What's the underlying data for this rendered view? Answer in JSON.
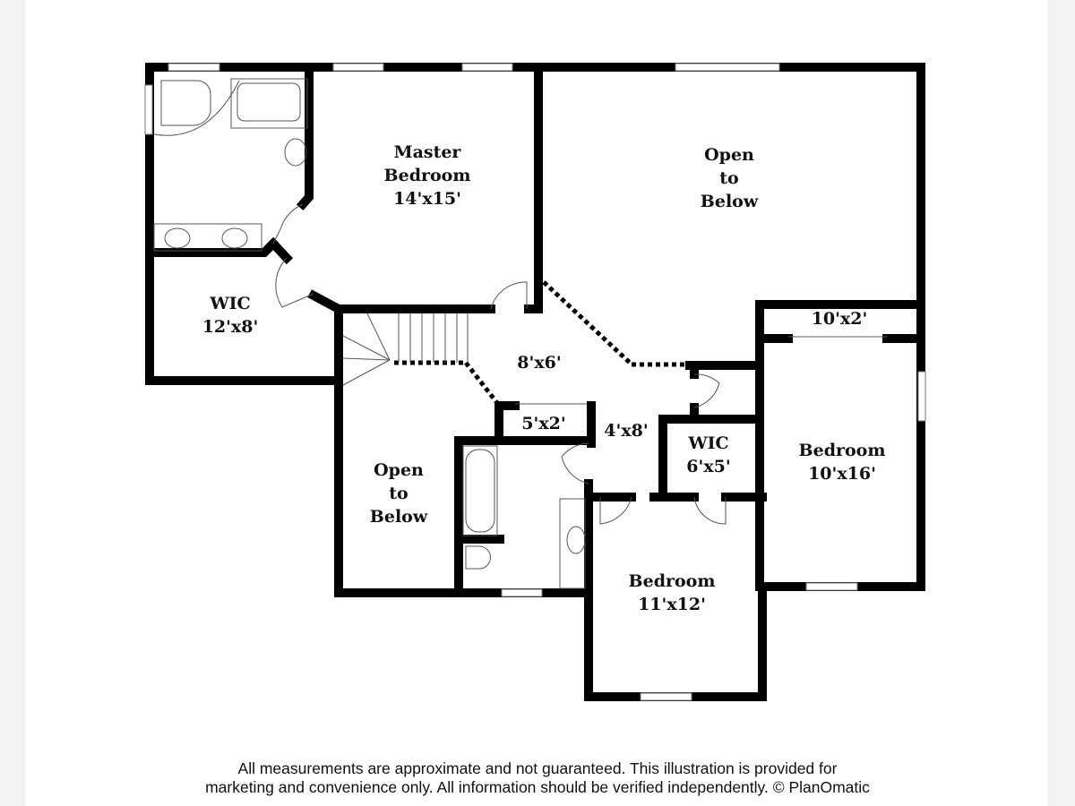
{
  "rooms": [
    {
      "id": "master-bedroom",
      "lines": [
        "Master",
        "Bedroom",
        "14'x15'"
      ]
    },
    {
      "id": "open-to-below-1",
      "lines": [
        "Open",
        "to",
        "Below"
      ]
    },
    {
      "id": "wic-master",
      "lines": [
        "WIC",
        "12'x8'"
      ]
    },
    {
      "id": "hall",
      "lines": [
        "8'x6'"
      ]
    },
    {
      "id": "closet-10x2",
      "lines": [
        "10'x2'"
      ]
    },
    {
      "id": "closet-5x2",
      "lines": [
        "5'x2'"
      ]
    },
    {
      "id": "hall-4x8",
      "lines": [
        "4'x8'"
      ]
    },
    {
      "id": "wic-small",
      "lines": [
        "WIC",
        "6'x5'"
      ]
    },
    {
      "id": "bedroom-right",
      "lines": [
        "Bedroom",
        "10'x16'"
      ]
    },
    {
      "id": "open-to-below-2",
      "lines": [
        "Open",
        "to",
        "Below"
      ]
    },
    {
      "id": "bedroom-bottom",
      "lines": [
        "Bedroom",
        "11'x12'"
      ]
    }
  ],
  "disclaimer": {
    "line1": "All measurements are approximate and not guaranteed. This illustration is provided for",
    "line2": "marketing and convenience only. All information should be verified independently. © PlanOmatic"
  }
}
